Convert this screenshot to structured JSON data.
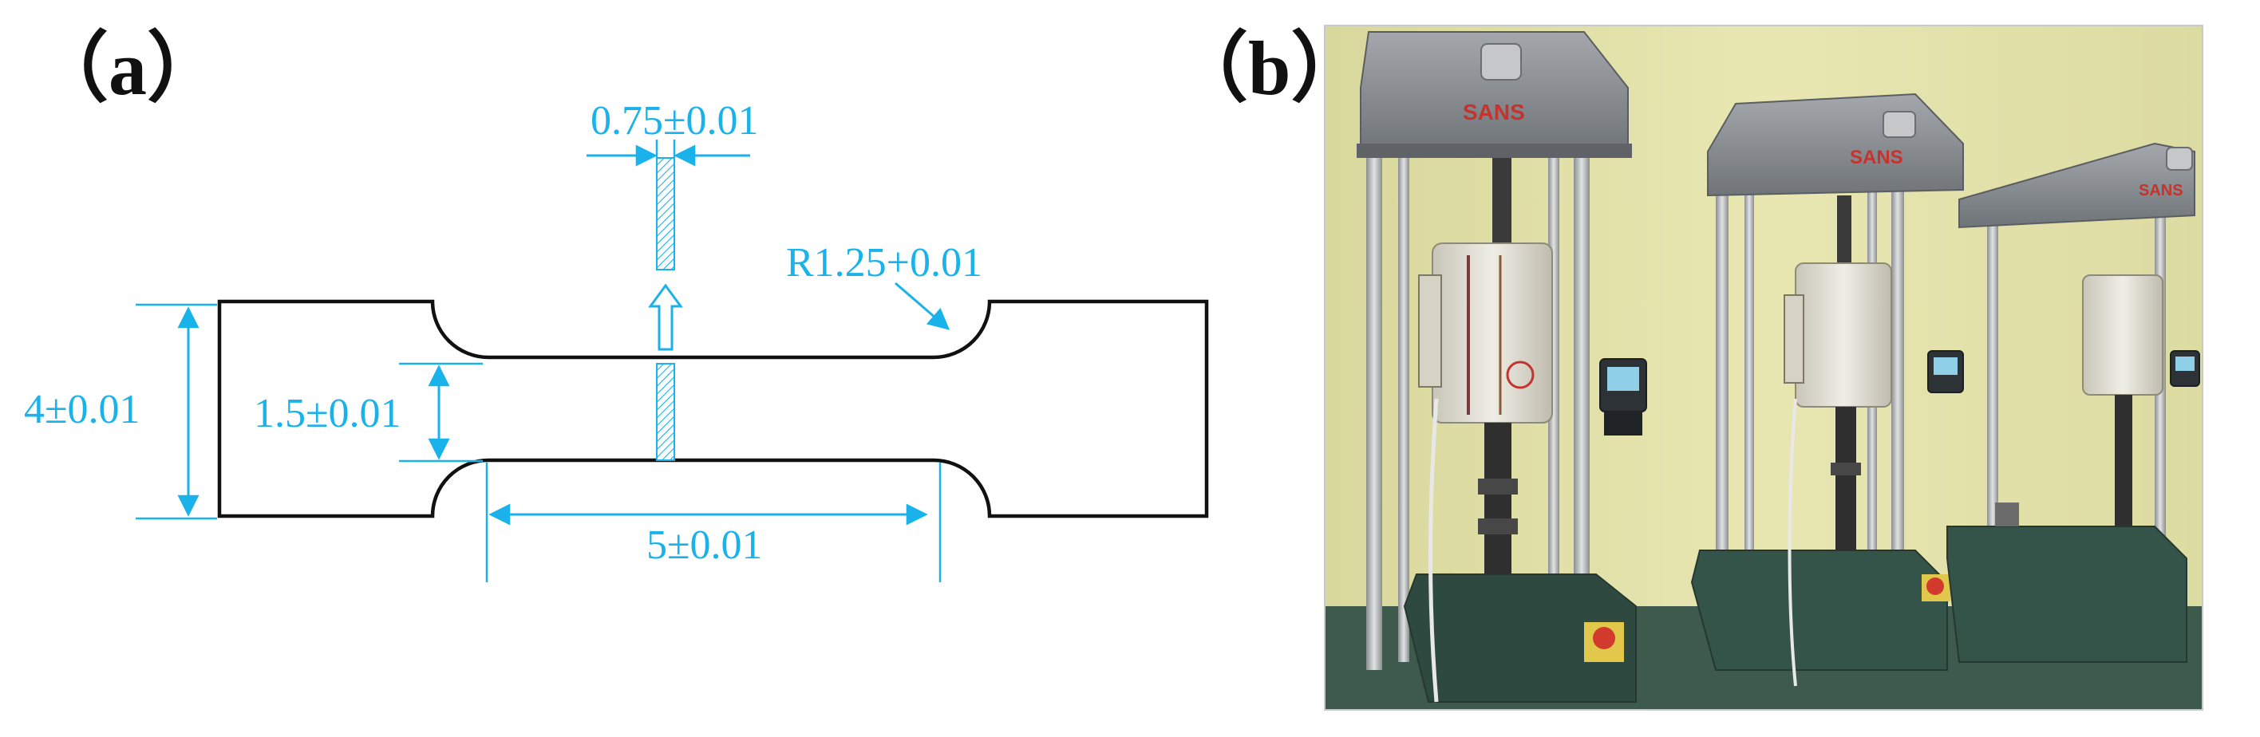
{
  "panels": {
    "a": {
      "label": "（a）"
    },
    "b": {
      "label": "（b）"
    }
  },
  "dimensions": {
    "thickness": "0.75±0.01",
    "radius": "R1.25+0.01",
    "grip_width": "4±0.01",
    "gauge_width": "1.5±0.01",
    "gauge_length": "5±0.01"
  },
  "photo": {
    "machine_logo": "SANS"
  },
  "colors": {
    "dimension": "#1ab2ea",
    "outline": "#111111",
    "wall": "#e3e2a9",
    "floor": "#2e5b4b",
    "machine_gray": "#8d9196"
  }
}
